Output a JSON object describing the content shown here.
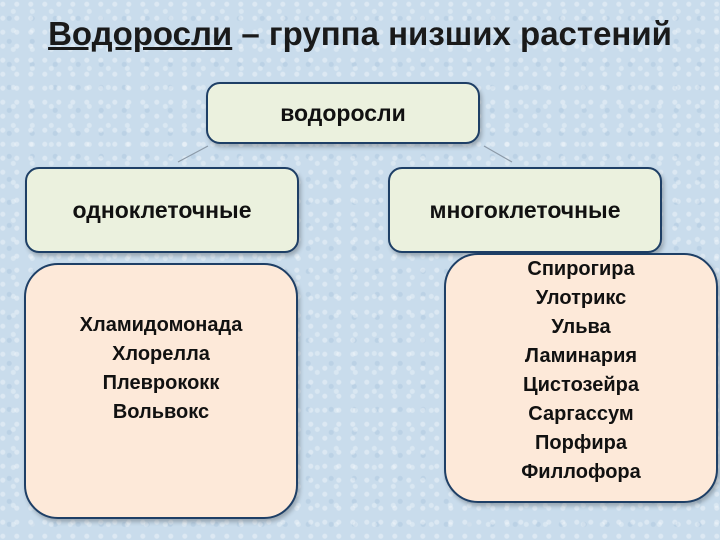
{
  "title": {
    "term": "Водоросли",
    "rest": " – группа низших растений"
  },
  "diagram": {
    "root": "водоросли",
    "branches": [
      {
        "label": "одноклеточные",
        "items": [
          "Хламидомонада",
          "Хлорелла",
          "Плеврококк",
          "Вольвокс"
        ]
      },
      {
        "label": "многоклеточные",
        "items": [
          "Спирогира",
          "Улотрикс",
          "Ульва",
          "Ламинария",
          "Цистозейра",
          "Саргассум",
          "Порфира",
          "Филлофора"
        ]
      }
    ]
  },
  "colors": {
    "background": "#c9dcec",
    "node_fill": "#ebf1de",
    "list_fill": "#fde9d9",
    "border": "#1e3f66"
  }
}
